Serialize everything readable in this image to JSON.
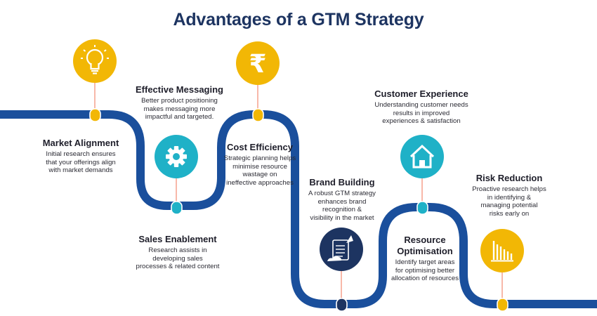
{
  "title": "Advantages of a GTM Strategy",
  "colors": {
    "road": "#1a4f9c",
    "yellow": "#f2b705",
    "teal": "#1fb1c7",
    "navy": "#1d3461",
    "connector": "#f59a84"
  },
  "stages": [
    {
      "heading": "Market Alignment",
      "description": "Initial research ensures that your offerings align with market demands",
      "icon": "lightbulb-icon"
    },
    {
      "heading": "Sales Enablement",
      "description": "Research assists in developing sales processes & related content",
      "icon": "gear-icon"
    },
    {
      "heading": "Effective Messaging",
      "description": "Better product positioning makes messaging more impactful and targeted.",
      "icon": "rupee-icon"
    },
    {
      "heading": "Cost Efficiency",
      "description": "Strategic planning helps minimise resource wastage on ineffective approaches",
      "icon": "rocket-document-icon"
    },
    {
      "heading": "Brand Building",
      "description": "A robust GTM strategy enhances brand recognition & visibility in the market",
      "icon": "home-icon"
    },
    {
      "heading": "Customer Experience",
      "description": "Understanding customer needs results in improved experiences & satisfaction",
      "icon": "bar-chart-icon"
    },
    {
      "heading": "Resource Optimisation",
      "description": "Identify target areas for optimising better allocation of resources",
      "icon": ""
    },
    {
      "heading": "Risk Reduction",
      "description": "Proactive research helps in identifying & managing potential risks early on",
      "icon": ""
    }
  ],
  "text_lines": {
    "market_alignment": [
      "Initial research ensures",
      "that your offerings align",
      "with market demands"
    ],
    "sales_enablement": [
      "Research assists in",
      "developing sales",
      "processes & related content"
    ],
    "effective_messaging": [
      "Better product positioning",
      "makes messaging more",
      "impactful and targeted."
    ],
    "cost_efficiency": [
      "Strategic planning helps",
      "minimise resource",
      "wastage on",
      "ineffective approaches"
    ],
    "brand_building": [
      "A robust GTM strategy",
      "enhances brand",
      "recognition &",
      "visibility in the market"
    ],
    "customer_experience": [
      "Understanding customer needs",
      "results in improved",
      "experiences & satisfaction"
    ],
    "resource_optimisation_heading": [
      "Resource",
      "Optimisation"
    ],
    "resource_optimisation": [
      "Identify target areas",
      "for optimising better",
      "allocation of resources"
    ],
    "risk_reduction": [
      "Proactive research helps",
      "in identifying &",
      "managing potential",
      "risks early on"
    ]
  }
}
